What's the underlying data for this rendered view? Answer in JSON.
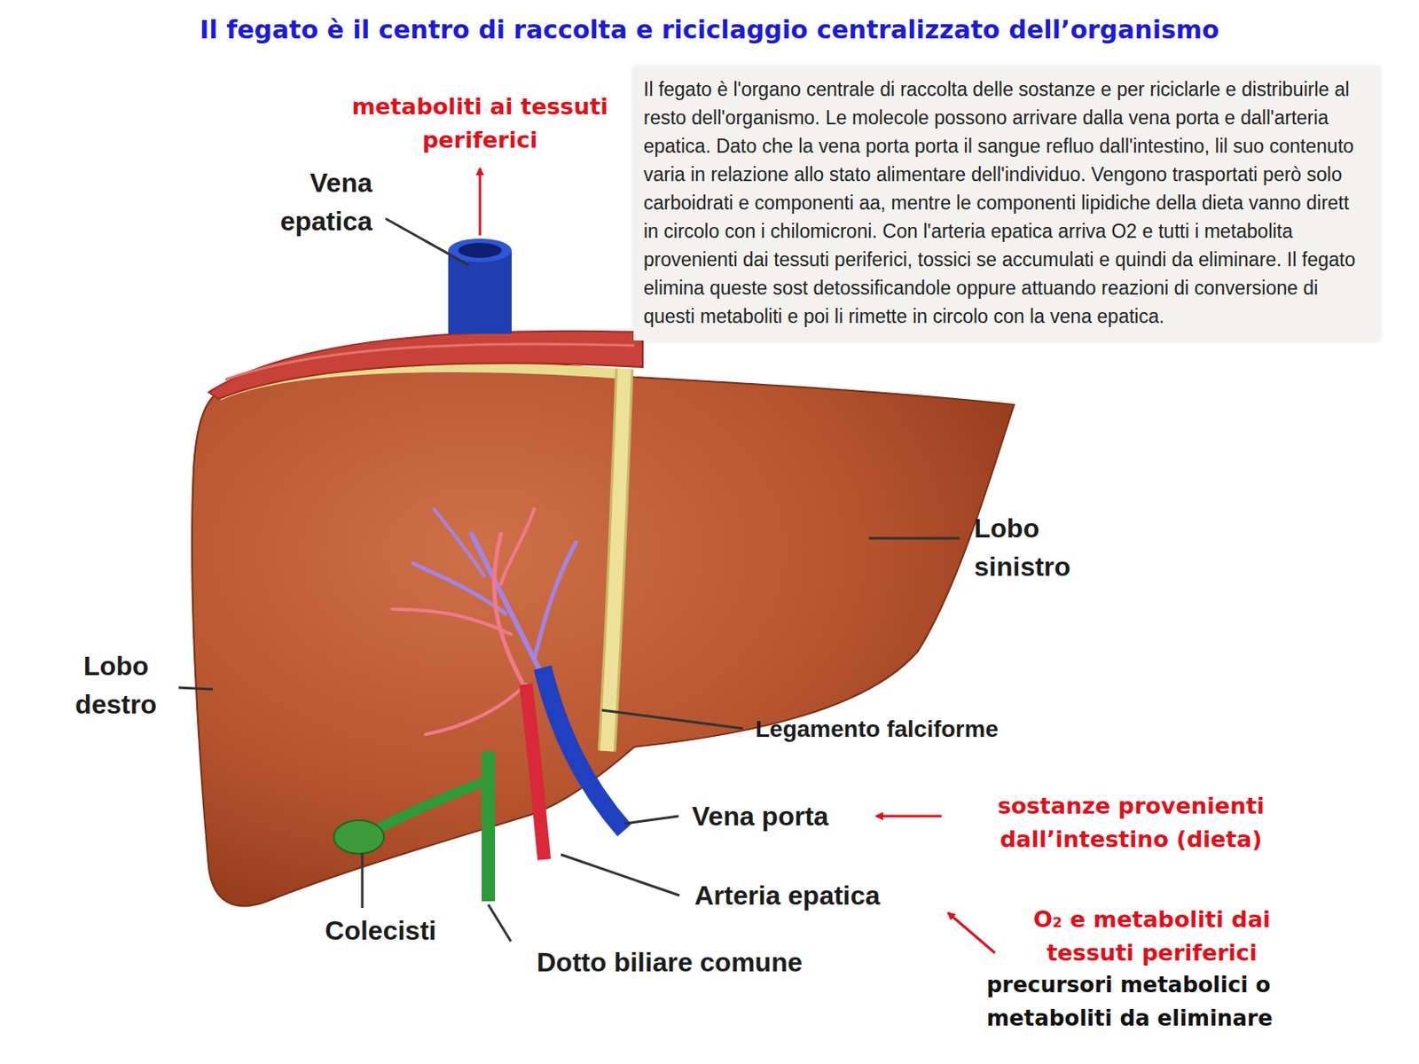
{
  "diagram": {
    "title": "Il fegato è il centro di raccolta e riciclaggio centralizzato dell’organismo",
    "nodes": [
      {
        "text": [
          "Il fegato è l'organo centrale di raccolta delle sostanze e per riciclarle e distribuirle al resto dell'organismo. Le molecole possono arrivare dalla vena porta e dall'arteria epatica. Dato che la vena porta porta il sangue refluo dall'intestino, lil suo contenuto varia in relazione allo stato alimentare dell'individuo. Vengono trasportati però solo carboidrati e componenti aa, mentre le componenti lipidiche della dieta vanno dirett in circolo con i chilomicroni. Con l'arteria epatica arriva O2 e tutti i metabolita provenienti dai tessuti periferici, tossici se accumulati e quindi da eliminare. Il fegato elimina queste sost detossificandole oppure attuando reazioni di conversione di questi metaboliti e poi li rimette in circolo con la vena epatica."
        ]
      }
    ],
    "labels": [
      "metaboliti ai tessuti periferici",
      "Vena epatica",
      "Lobo sinistro",
      "Lobo destro",
      "Legamento falciforme",
      "Vena porta",
      "sostanze provenienti dall’intestino (dieta)",
      "Arteria epatica",
      "O₂ e metaboliti dai tessuti periferici",
      "precursori metabolici o metaboliti da eliminare",
      "Colecisti",
      "Dotto biliare comune"
    ]
  }
}
